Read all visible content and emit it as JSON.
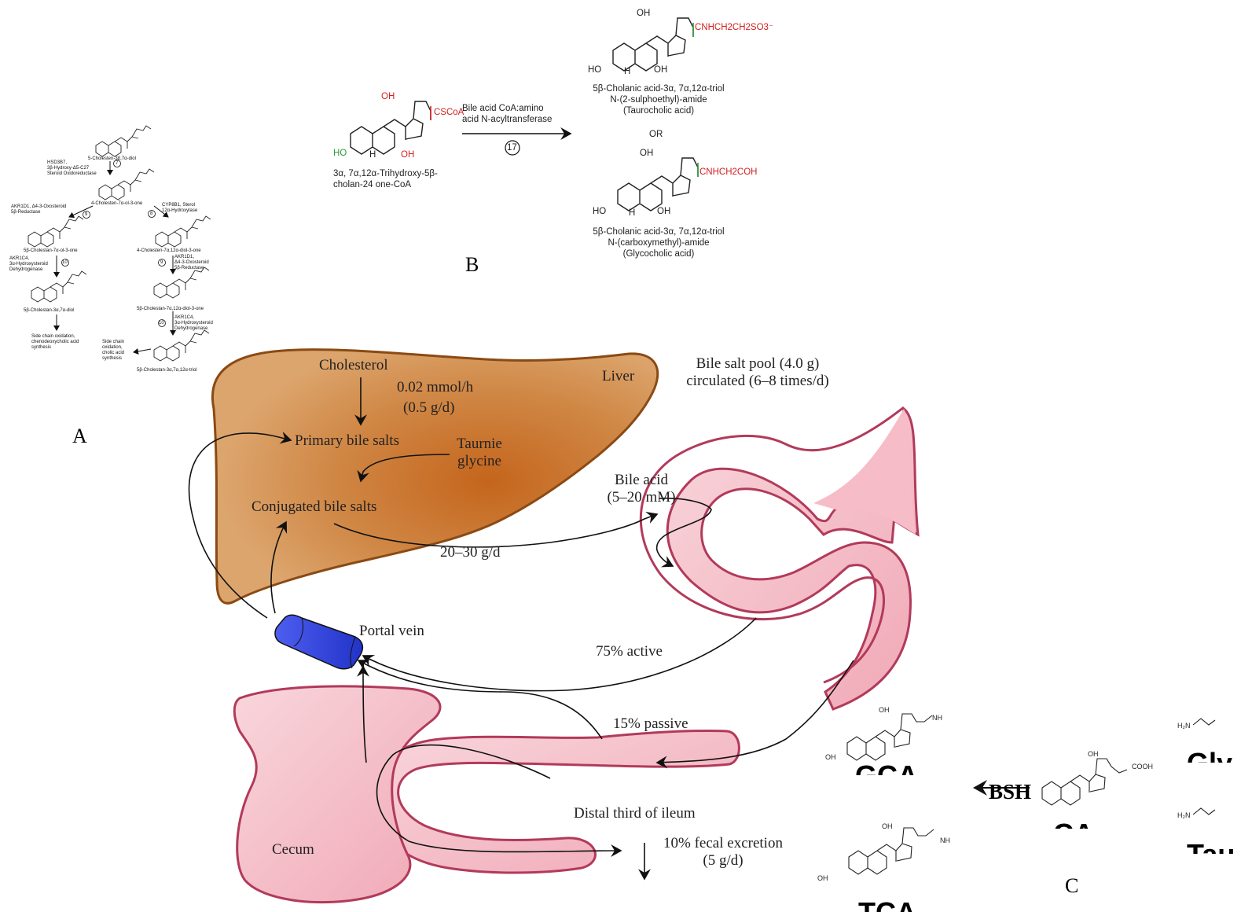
{
  "panels": {
    "a": "A",
    "b": "B",
    "c": "C"
  },
  "panel_a": {
    "compound_1": "5-Cholesten-3β,7α-diol",
    "enzyme_1": [
      "HSD3B7,",
      "3β-Hydroxy-Δ5-C27",
      "Steroid Oxidoreductase"
    ],
    "step_1": "7",
    "compound_2": "4-Cholesten-7α-ol-3-one",
    "enzyme_left": [
      "AKR1D1, Δ4-3-Oxosteroid",
      "5β-Reductase"
    ],
    "step_left": "9",
    "enzyme_right": [
      "CYP8B1, Sterol",
      "12α-Hydroxylase"
    ],
    "step_right": "8",
    "compound_left_1": "5β-Cholestan-7α-ol-3-one",
    "compound_right_1": "4-Cholesten-7α,12α-diol-3-one",
    "enzyme_left_2": [
      "AKR1C4,",
      "3α-Hydroxysteroid",
      "Dehydrogenase"
    ],
    "step_left_2": "10",
    "enzyme_right_2": [
      "AKR1D1,",
      "Δ4-3-Oxosteroid",
      "5β-Reductase"
    ],
    "step_right_2": "9",
    "compound_left_2": "5β-Cholestan-3α,7α-diol",
    "compound_right_2": "5β-Cholestan-7α,12α-diol-3-one",
    "enzyme_right_3": [
      "AKR1C4,",
      "3α-Hydroxysteroid",
      "Dehydrogenase"
    ],
    "step_right_3": "10",
    "compound_right_3": "5β-Cholestan-3α,7α,12α-triol",
    "outcome_left": [
      "Side chain oxidation,",
      "chenodeoxycholic acid",
      "synthesis"
    ],
    "outcome_right": [
      "Side chain",
      "oxidation,",
      "cholic acid",
      "synthesis"
    ]
  },
  "panel_b": {
    "substrate_group": "CSCoA",
    "substrate_name": [
      "3α, 7α,12α-Trihydroxy-5β-",
      "cholan-24 one-CoA"
    ],
    "enzyme": [
      "Bile acid CoA:amino",
      "acid N-acyltransferase"
    ],
    "step": "17",
    "taurine_group": "CNHCH2CH2SO3⁻",
    "product_1": [
      "5β-Cholanic acid-3α, 7α,12α-triol",
      "N-(2-sulphoethyl)-amide",
      "(Taurocholic acid)"
    ],
    "or_label": "OR",
    "glycine_group": "CNHCH2COH",
    "product_2": [
      "5β-Cholanic acid-3α, 7α,12α-triol",
      "N-(carboxymethyl)-amide",
      "(Glycocholic acid)"
    ],
    "ho_label": "HO",
    "oh_label": "OH",
    "h_label": "H"
  },
  "enterohepatic": {
    "liver": "Liver",
    "cholesterol": "Cholesterol",
    "rate": "0.02 mmol/h",
    "rate_grams": "(0.5 g/d)",
    "primary": "Primary bile salts",
    "taurine_glycine": [
      "Taurnie",
      "glycine"
    ],
    "conjugated": "Conjugated bile salts",
    "pool": [
      "Bile salt pool (4.0 g)",
      "circulated (6–8 times/d)"
    ],
    "bile_acid": [
      "Bile acid",
      "(5–20 mM)"
    ],
    "flow": "20–30 g/d",
    "portal_vein": "Portal vein",
    "active": "75% active",
    "passive": "15% passive",
    "ileum": "Distal third of ileum",
    "cecum": "Cecum",
    "fecal": [
      "10% fecal excretion",
      "(5 g/d)"
    ]
  },
  "panel_c": {
    "bsh": "BSH",
    "gca_fragment": "GCA",
    "tca_fragment": "TCA",
    "ca_fragment": "CA",
    "gly_fragment": "Gly",
    "tau_fragment": "Tau",
    "cooh": "COOH",
    "oh": "OH",
    "nh": "NH",
    "h2n": "H₂N"
  },
  "colors": {
    "liver_dark": "#c0651c",
    "liver_light": "#d99a5e",
    "intestine": "#f7c3cc",
    "intestine_edge": "#b23a5b",
    "portal_vein": "#3344dd",
    "oxygen_red": "#d32020",
    "green_group": "#2a9a3a"
  }
}
